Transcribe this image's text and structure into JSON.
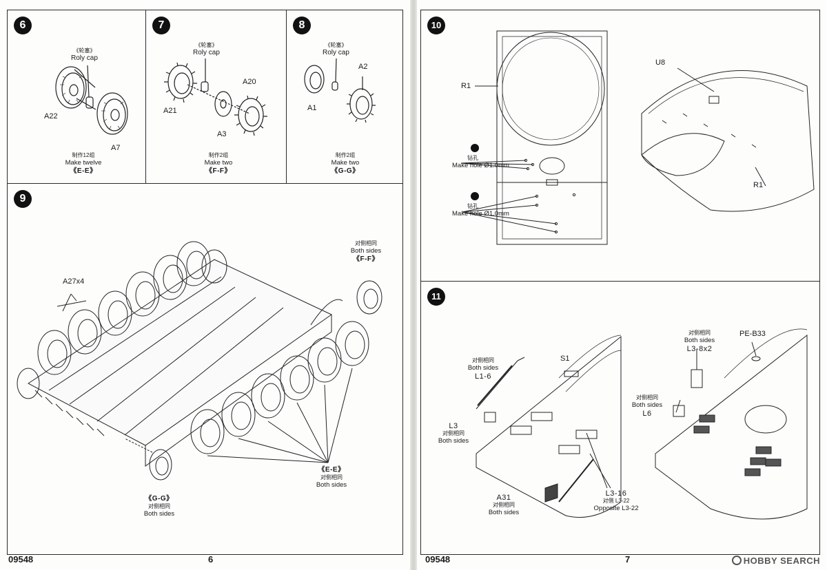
{
  "left_page": {
    "code": "09548",
    "page_number": "6",
    "step6": {
      "number": "6",
      "cap_cn": "《轮塞》",
      "cap_en": "Roly cap",
      "parts": [
        "A22",
        "A7"
      ],
      "make_cn": "制作12组",
      "make_en": "Make twelve",
      "group": "《E-E》"
    },
    "step7": {
      "number": "7",
      "cap_cn": "《轮塞》",
      "cap_en": "Roly cap",
      "parts": [
        "A21",
        "A20",
        "A3"
      ],
      "make_cn": "制作2组",
      "make_en": "Make two",
      "group": "《F-F》"
    },
    "step8": {
      "number": "8",
      "cap_cn": "《轮塞》",
      "cap_en": "Roly cap",
      "parts": [
        "A1",
        "A2"
      ],
      "make_cn": "制作2组",
      "make_en": "Make two",
      "group": "《G-G》"
    },
    "step9": {
      "number": "9",
      "part_a27": "A27x4",
      "ff_cn": "对侧相同",
      "ff_en": "Both sides",
      "ff_group": "《F-F》",
      "ee_group": "《E-E》",
      "ee_cn": "对侧相同",
      "ee_en": "Both sides",
      "gg_group": "《G-G》",
      "gg_cn": "对侧相同",
      "gg_en": "Both sides"
    }
  },
  "right_page": {
    "code": "09548",
    "page_number": "7",
    "watermark": "HOBBY SEARCH",
    "step10": {
      "number": "10",
      "part_r1_left": "R1",
      "part_r1_right": "R1",
      "part_u8": "U8",
      "hole_cn": "钻孔",
      "hole_en": "Make hole",
      "hole_size": "Ø1.0mm"
    },
    "step11": {
      "number": "11",
      "l16_cn": "对侧相同",
      "l16_en": "Both sides",
      "l16": "L1-6",
      "s1": "S1",
      "l3": "L3",
      "l3_cn": "对侧相同",
      "l3_en": "Both sides",
      "a31": "A31",
      "a31_cn": "对侧相同",
      "a31_en": "Both sides",
      "l316": "L3-16",
      "l322_cn": "对侧 L3-22",
      "l322_en": "Opposite L3-22",
      "l38_cn": "对侧相同",
      "l38_en": "Both sides",
      "l38": "L3-8x2",
      "peb33": "PE-B33",
      "l6_cn": "对侧相同",
      "l6_en": "Both sides",
      "l6": "L6"
    }
  }
}
